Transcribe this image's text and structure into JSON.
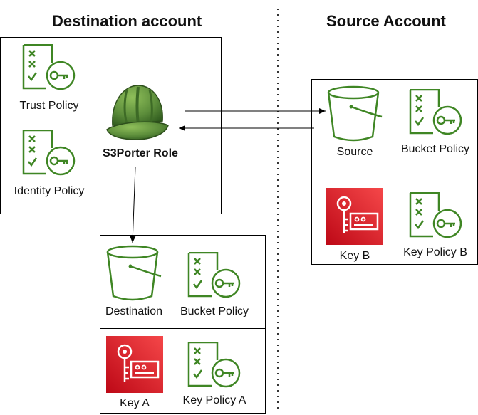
{
  "headings": {
    "destination": "Destination account",
    "source": "Source Account"
  },
  "destination_account": {
    "trust_policy": "Trust Policy",
    "identity_policy": "Identity Policy",
    "role": "S3Porter Role"
  },
  "destination_group": {
    "bucket": "Destination",
    "bucket_policy": "Bucket Policy",
    "key": "Key A",
    "key_policy": "Key Policy A"
  },
  "source_group": {
    "bucket": "Source",
    "bucket_policy": "Bucket Policy",
    "key": "Key B",
    "key_policy": "Key Policy B"
  },
  "colors": {
    "policy_green": "#3f8624",
    "bucket_green": "#3f8624",
    "key_red": "#d6232f",
    "helmet_green": "#5b8c3a"
  }
}
